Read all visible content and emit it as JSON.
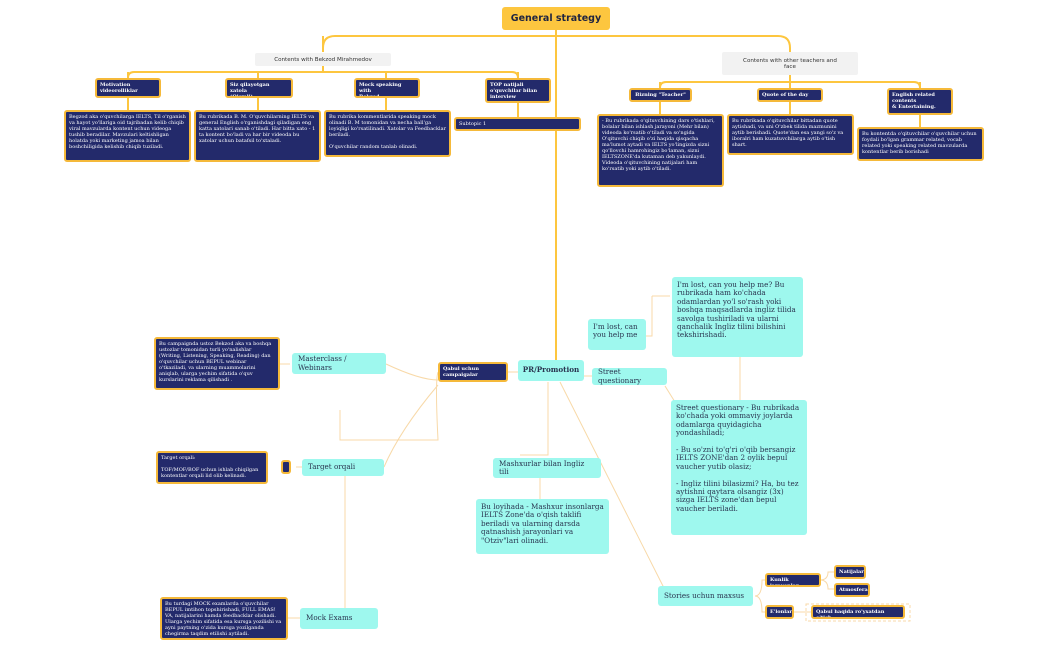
{
  "central": "General strategy",
  "branch_left": {
    "title": "Contents with Bekzod Mirahmedov",
    "items": [
      {
        "title": "Motivation\nvideorolliklar",
        "desc": "Begzod aka o'quvchilarga IELTS, Til o'rganish va hayot yo'llariga oid tajribadan kelib chiqib viral mavzularda kontent uchun videoga tushib beradilar. Mavzulari keltishligan holatda yoki marketing jamoa bilan boshchiligida kelishib chiqib tuziladi."
      },
      {
        "title": "Siz qilayotgan xatola\n(Qismli)",
        "desc": "Bu rubrikada B. M. O'quvchilarning IELTS va general English o'rganishdagi qiladigan eng katta xatolari sanab o'tiladi. Har bitta xato - 1 ta kontent bo'ladi va har bir videoda bu xatolar uchun batafsil to'xtaladi."
      },
      {
        "title": "Mock speaking with\nBekzod Mirahmedov",
        "desc": "Bu rubrika kommentlarida speaking mock olinadi B. M tomonidan va nechа ball'ga loyiqligi ko'rsatilinadi. Xatolar va Feedbacklar beriladi.\n\nO'quvchilar random tanlab olinadi."
      },
      {
        "title": "TOP natijali\no'quvchilar bilan\ninterview",
        "desc": "Subtopic 1"
      }
    ]
  },
  "branch_right": {
    "title": "Contents with other teachers and\nface",
    "items": [
      {
        "title": "Bizning \"Teacher\"",
        "desc": "- Bu rubrikada o'qituvchining dars o'tishlari, bolalar bilan ishlash jarayoni (Mehr bilan) videoda ko'rsatib o'tiladi va so'ngida O'qituvchi chiqib o'zi haqida qisqacha ma'lumot aytadi va IELTS yo'lingizda sizni qo'llovchi hamrohingiz bo'laman, sizni IELTSZONE'da kutaman deb yakunlaydi. Videoda o'qituvchining natijalari ham ko'rsatib yoki aytib o'tiladi."
      },
      {
        "title": "Quote of the day",
        "desc": "Bu rubrikada o'qituvchilar bittadan quote aytishadi, va uni O'zbek tilida mazmunini aytib berishadi. Quote'dan esa yangi so'z va iboralri ham kuzatuvchilarga aytib o'tish shart."
      },
      {
        "title": "English related\ncontents\n& Entertaining.",
        "desc": "Bu kontentda o'qituvchilar o'quvchilar uchun foydali bo'lgan grammar related, vocab related yoki speaking related mavzularda kontentlar berib borishadi"
      }
    ]
  },
  "pr": {
    "title": "PR/Promotion",
    "qabul": "Qabul uchun\ncampaigalar",
    "masterclass": "Masterclass / Webinars",
    "masterclass_desc": "Bu campaignda ustoz Bekzod aka va boshqa ustozlar tomonidan turli yo'nalishlar (Writing, Listening, Speaking, Reading) dan o'quvchilar uchun BEPUL webinar o'tkaziladi, va ularning muammolarini aniqlab, ularga yechim sifatida o'quv kurslarini reklama qilishadi .",
    "target": "Target orqali",
    "target_desc": "Target orqali:\n\nTOF/MOF/BOF uchun ishlab chiqilgan kontentlar orqali  lid olib kelinadi.",
    "mock": "Mock Exams",
    "mock_desc": "Bu turdagi MOCK examlarda o'quvchilar BEPUL imtihon topshirishadi, FULL EMAS! VA, natijalarini hamda feedbacklar olishadi. Ularga yechim sifatida esa kursga yozilishi va ayni paytning o'zida kursga yozilganda chegirma taqdim etilishi aytiladi.",
    "mashxur": "Mashxurlar bilan Ingliz tili",
    "mashxur_desc": "Bu loyihada - Mashxur insonlarga IELTS Zone'da o'qish taklifi beriladi va ularning darsda qatnashish jarayonlari va \"Otziv\"lari olinadi.",
    "street": "Street questionary",
    "street_desc": "Street questionary - Bu rubrikada ko'chada yoki ommaviy joylarda odamlarga quyidagicha yondashiladi;\n\n- Bu so'zni to'g'ri o'qib bersangiz IELTS ZONE'dan 2 oylik bepul vaucher yutib olasiz;\n\n- Ingliz tilini bilasizmi? Ha, bu tez aytishni qaytara olsangiz (3x) sizga IELTS zone'dan bepul vaucher beriladi.",
    "lost": "I'm lost, can\nyou help me",
    "lost_desc": "I'm lost, can you help me? Bu rubrikada ham ko'chada odamlardan yo'l so'rash yoki boshqa maqsadlarda ingliz tilida savolga tushiriladi va ularni qanchalik Ingliz tilini bilishini tekshirishadi.",
    "stories": "Stories uchun maxsus",
    "kunlik": "Kunlik jarayonlar",
    "natijalar": "Natijalar",
    "atmosfera": "Atmosfera",
    "elonlar": "E'lonlar",
    "qabul_haqida": "Qabul haqida ro'yxatdan o'tish"
  },
  "colors": {
    "connector": "#fdc63f",
    "dark": "#232a6b",
    "teal": "#9ef8ee",
    "border": "#f5b93a"
  }
}
